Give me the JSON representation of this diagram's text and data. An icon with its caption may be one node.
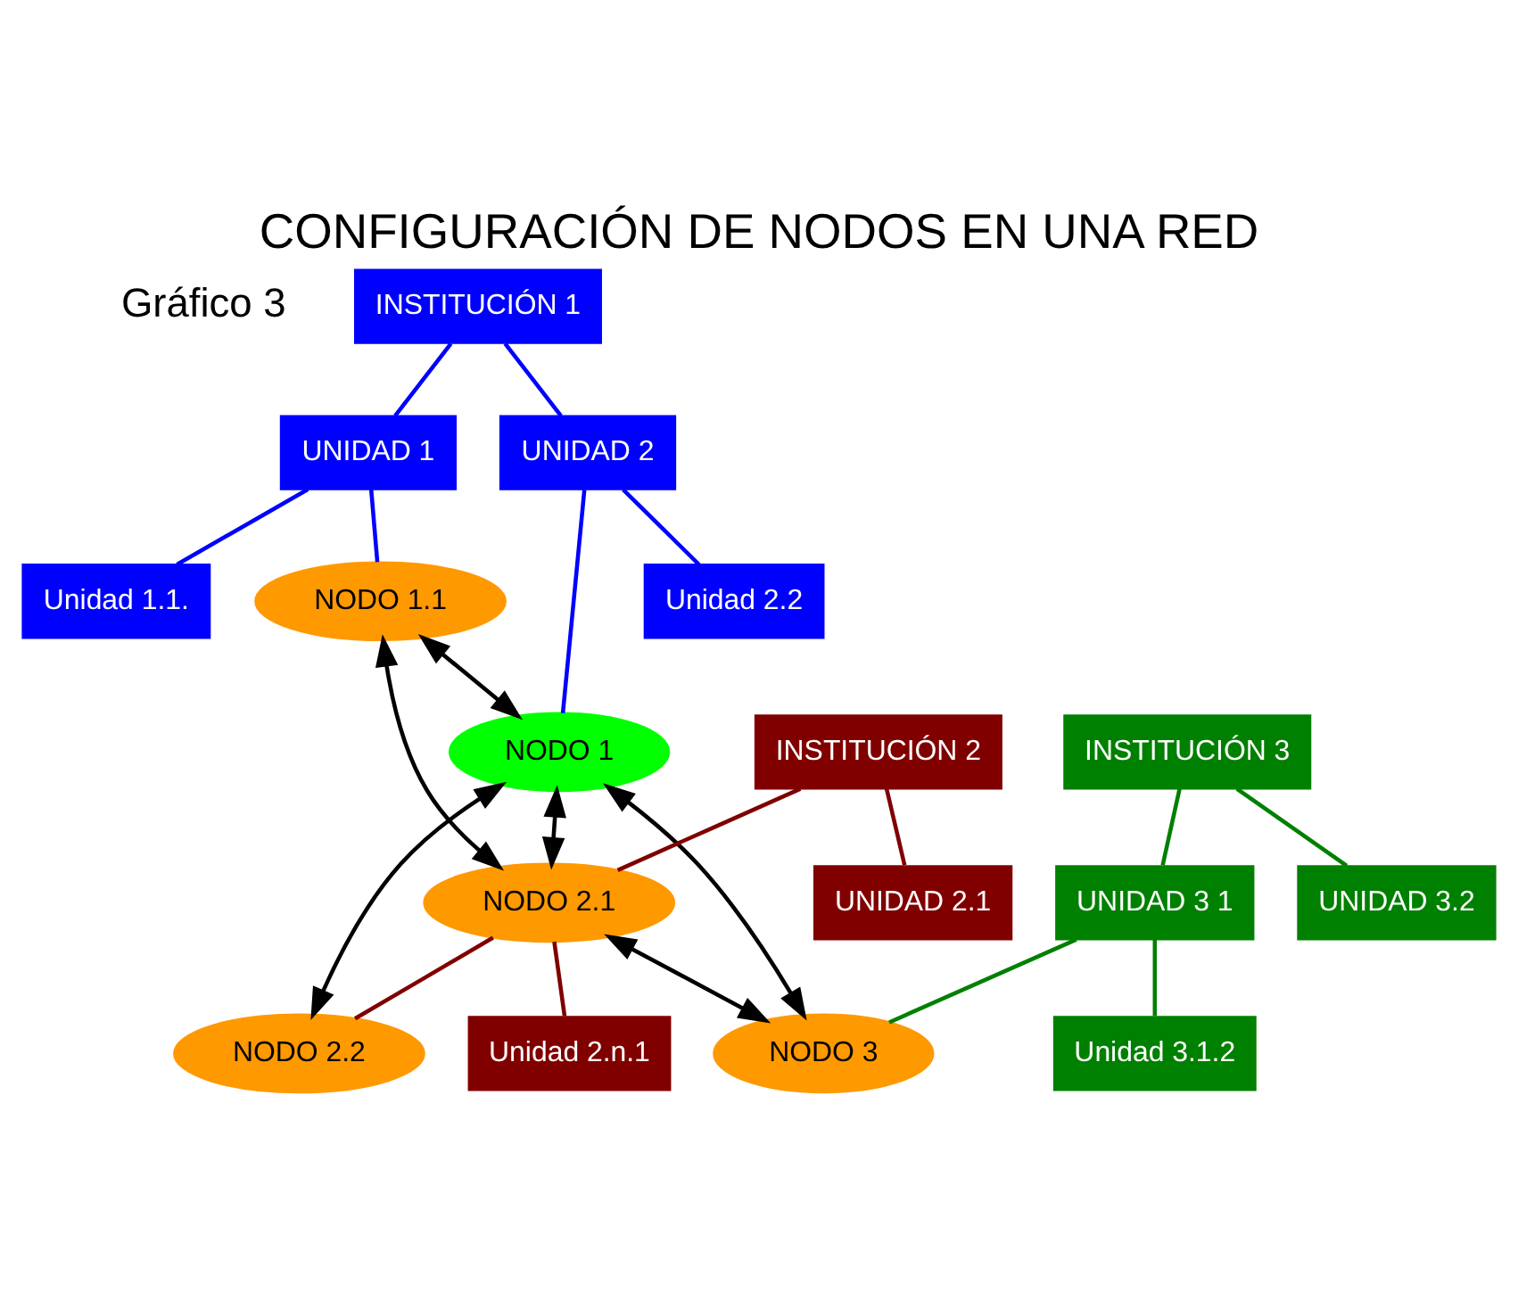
{
  "diagram": {
    "title": "CONFIGURACIÓN DE NODOS EN UNA RED",
    "nodes": [
      {
        "text": [
          "INSTITUCIÓN 1"
        ]
      },
      {
        "text": [
          "UNIDAD 1"
        ]
      },
      {
        "text": [
          "UNIDAD 2"
        ]
      },
      {
        "text": [
          "Unidad 1.1."
        ]
      },
      {
        "text": [
          "NODO 1.1"
        ]
      },
      {
        "text": [
          "NODO 1"
        ]
      },
      {
        "text": [
          "Unidad 2.2"
        ]
      },
      {
        "text": [
          "INSTITUCIÓN 2"
        ]
      },
      {
        "text": [
          "UNIDAD 2.1"
        ]
      },
      {
        "text": [
          "NODO 2.1"
        ]
      },
      {
        "text": [
          "Unidad 2.n.1"
        ]
      },
      {
        "text": [
          "NODO 2.2"
        ]
      },
      {
        "text": [
          "INSTITUCIÓN 3"
        ]
      },
      {
        "text": [
          "UNIDAD 3 1"
        ]
      },
      {
        "text": [
          "UNIDAD 3.2"
        ]
      },
      {
        "text": [
          "NODO 3"
        ]
      },
      {
        "text": [
          "Unidad 3.1.2"
        ]
      }
    ],
    "edges": [
      {
        "from": 0,
        "to": 1,
        "arrow": "none",
        "color": "#0000ff"
      },
      {
        "from": 0,
        "to": 2,
        "arrow": "none",
        "color": "#0000ff"
      },
      {
        "from": 1,
        "to": 3,
        "arrow": "none",
        "color": "#0000ff"
      },
      {
        "from": 1,
        "to": 4,
        "arrow": "none",
        "color": "#0000ff"
      },
      {
        "from": 2,
        "to": 5,
        "arrow": "none",
        "color": "#0000ff"
      },
      {
        "from": 2,
        "to": 6,
        "arrow": "none",
        "color": "#0000ff"
      },
      {
        "from": 7,
        "to": 8,
        "arrow": "none",
        "color": "#800000"
      },
      {
        "from": 7,
        "to": 9,
        "arrow": "none",
        "color": "#800000"
      },
      {
        "from": 9,
        "to": 10,
        "arrow": "none",
        "color": "#800000"
      },
      {
        "from": 9,
        "to": 11,
        "arrow": "none",
        "color": "#800000"
      },
      {
        "from": 12,
        "to": 13,
        "arrow": "none",
        "color": "#008000"
      },
      {
        "from": 12,
        "to": 14,
        "arrow": "none",
        "color": "#008000"
      },
      {
        "from": 13,
        "to": 15,
        "arrow": "none",
        "color": "#008000"
      },
      {
        "from": 13,
        "to": 16,
        "arrow": "none",
        "color": "#008000"
      },
      {
        "from": 4,
        "to": 5,
        "arrow": "both",
        "color": "#000000"
      },
      {
        "from": 4,
        "to": 9,
        "arrow": "both",
        "color": "#000000"
      },
      {
        "from": 5,
        "to": 9,
        "arrow": "both",
        "color": "#000000"
      },
      {
        "from": 5,
        "to": 11,
        "arrow": "both",
        "color": "#000000"
      },
      {
        "from": 5,
        "to": 15,
        "arrow": "both",
        "color": "#000000"
      },
      {
        "from": 9,
        "to": 15,
        "arrow": "both",
        "color": "#000000"
      }
    ],
    "labels": [
      "Gráfico 3"
    ]
  }
}
